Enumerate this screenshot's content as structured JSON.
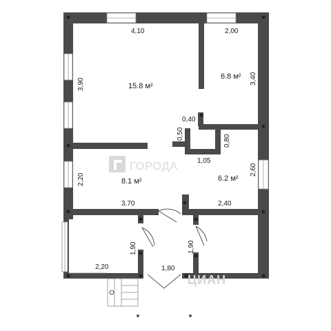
{
  "plan": {
    "rooms": [
      {
        "id": "living",
        "area_label": "15.8 м²"
      },
      {
        "id": "bedroom",
        "area_label": "6.8 м²"
      },
      {
        "id": "room-left",
        "area_label": "8.1 м²"
      },
      {
        "id": "room-right",
        "area_label": "6.2 м²"
      }
    ],
    "dimensions": {
      "d410": "4,10",
      "d200": "2,00",
      "d390": "3,90",
      "d340": "3,40",
      "d040": "0,40",
      "d050": "0,50",
      "d080": "0,80",
      "d105": "1,05",
      "d220v": "2,20",
      "d260": "2,60",
      "d370": "3,70",
      "d240": "2,40",
      "d190a": "1,90",
      "d190b": "1,90",
      "d220h": "2,20",
      "d180": "1,80"
    }
  },
  "watermarks": {
    "gorod": "ГОРОДА",
    "cian": "ЦИАН"
  }
}
